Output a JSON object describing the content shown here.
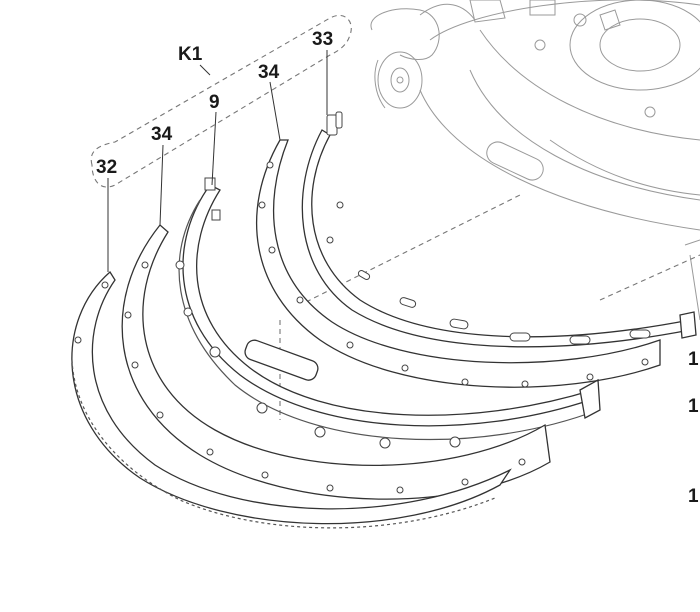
{
  "callouts": {
    "k1": "K1",
    "c33": "33",
    "c34_top": "34",
    "c9": "9",
    "c34_left": "34",
    "c32": "32",
    "edge1": "1",
    "edge2": "1",
    "edge3": "1"
  }
}
